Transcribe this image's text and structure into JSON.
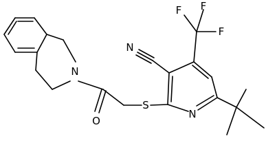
{
  "atom_labels": {
    "n_isoquinoline": "N",
    "o_carbonyl": "O",
    "s_thioether": "S",
    "n_pyridine": "N",
    "n_nitrile": "N",
    "f_1": "F",
    "f_2": "F",
    "f_3": "F"
  }
}
